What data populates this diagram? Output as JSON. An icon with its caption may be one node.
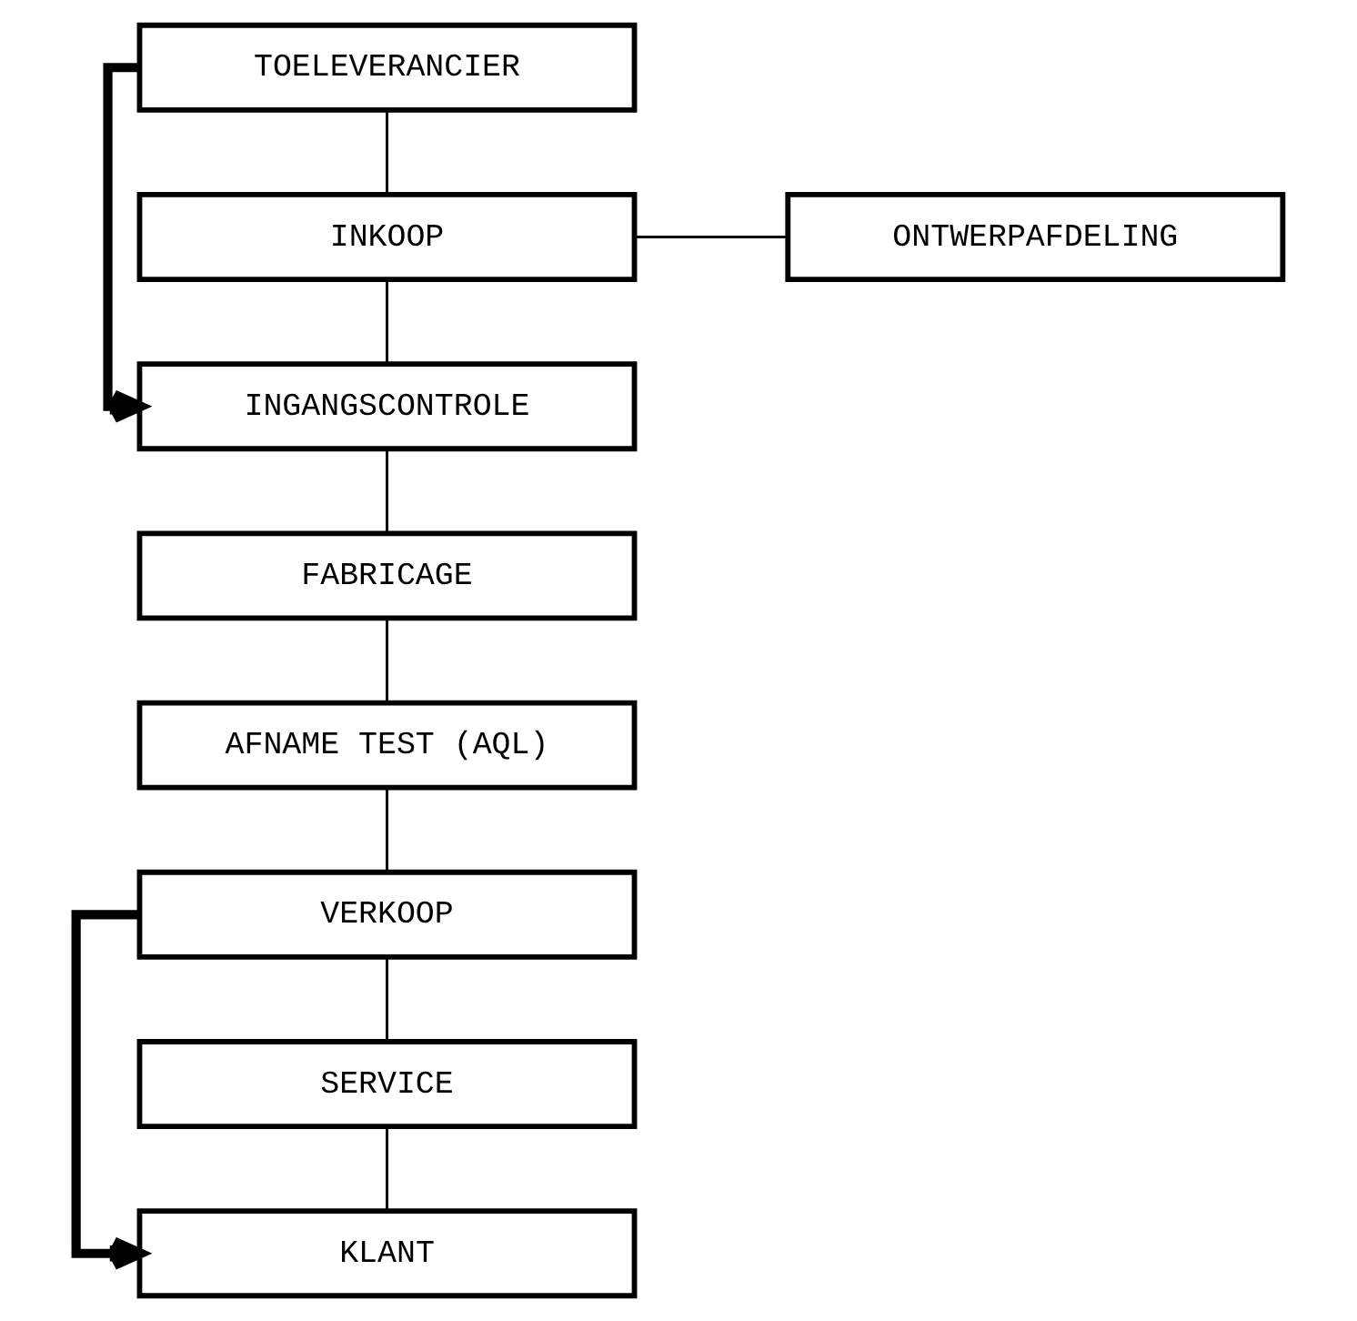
{
  "diagram": {
    "nodes": [
      {
        "text": [
          "TOELEVERANCIER"
        ]
      },
      {
        "text": [
          "INKOOP"
        ]
      },
      {
        "text": [
          "ONTWERPAFDELING"
        ]
      },
      {
        "text": [
          "INGANGSCONTROLE"
        ]
      },
      {
        "text": [
          "FABRICAGE"
        ]
      },
      {
        "text": [
          "AFNAME TEST (AQL)"
        ]
      },
      {
        "text": [
          "VERKOOP"
        ]
      },
      {
        "text": [
          "SERVICE"
        ]
      },
      {
        "text": [
          "KLANT"
        ]
      }
    ],
    "edges": [
      {
        "from": 0,
        "to": 1,
        "arrow": "none"
      },
      {
        "from": 1,
        "to": 2,
        "arrow": "none"
      },
      {
        "from": 1,
        "to": 3,
        "arrow": "none"
      },
      {
        "from": 0,
        "to": 3,
        "arrow": "to",
        "style": "thick"
      },
      {
        "from": 3,
        "to": 4,
        "arrow": "none"
      },
      {
        "from": 4,
        "to": 5,
        "arrow": "none"
      },
      {
        "from": 5,
        "to": 6,
        "arrow": "none"
      },
      {
        "from": 6,
        "to": 7,
        "arrow": "none"
      },
      {
        "from": 7,
        "to": 8,
        "arrow": "none"
      },
      {
        "from": 6,
        "to": 8,
        "arrow": "to",
        "style": "thick"
      }
    ]
  }
}
